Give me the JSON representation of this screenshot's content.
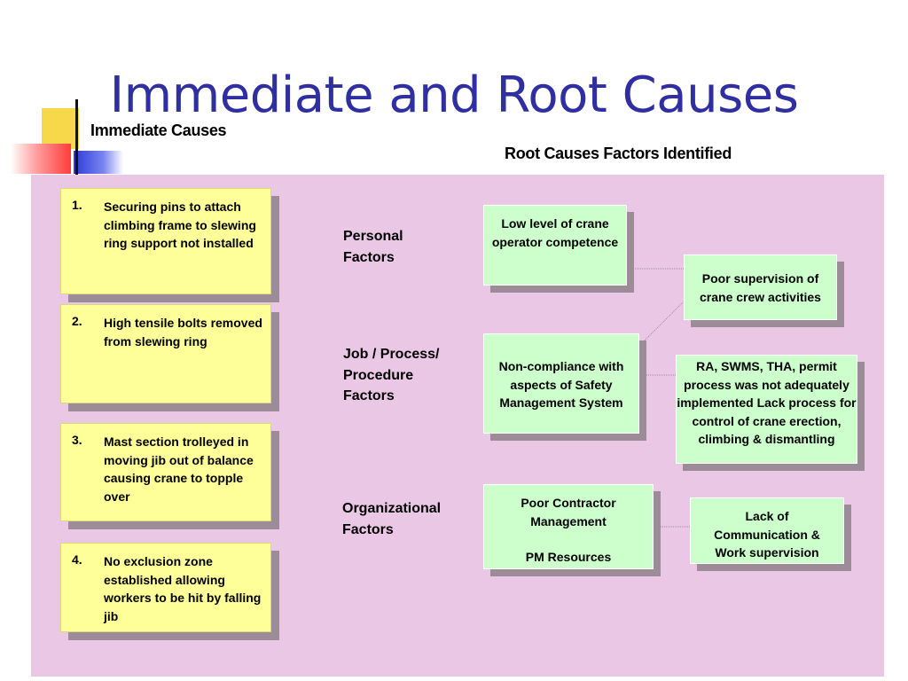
{
  "title": "Immediate and Root Causes",
  "headings": {
    "immediate": "Immediate Causes",
    "root": "Root Causes Factors Identified"
  },
  "immediate_causes": [
    {
      "number": "1.",
      "text": "Securing pins to attach climbing frame to slewing ring support not installed"
    },
    {
      "number": "2.",
      "text": "High tensile bolts removed from slewing ring"
    },
    {
      "number": "3.",
      "text": "Mast section trolleyed in moving jib out of balance causing crane to topple over"
    },
    {
      "number": "4.",
      "text": "No exclusion zone established allowing workers to be hit by falling jib"
    }
  ],
  "categories": {
    "personal": "Personal Factors",
    "job": "Job / Process/ Procedure Factors",
    "organizational": "Organizational Factors"
  },
  "root_factors": {
    "operator_competence": "Low level of crane operator competence",
    "supervision": "Poor supervision of crane crew activities",
    "sms_compliance": "Non-compliance with aspects of Safety Management System",
    "ra_swms": "RA, SWMS, THA, permit process was not adequately  implemented Lack process for control of crane erection, climbing & dismantling",
    "contractor": "Poor Contractor Management",
    "pm_resources": "PM Resources",
    "communication": "Lack of Communication & Work supervision"
  },
  "ghost_text": {
    "dismantling": "dismantling"
  },
  "colors": {
    "title": "#2f2fa1",
    "panel": "#eac8e5",
    "cause_box": "#ffff99",
    "root_box": "#ccffcc",
    "shadow": "#9b8c98"
  }
}
